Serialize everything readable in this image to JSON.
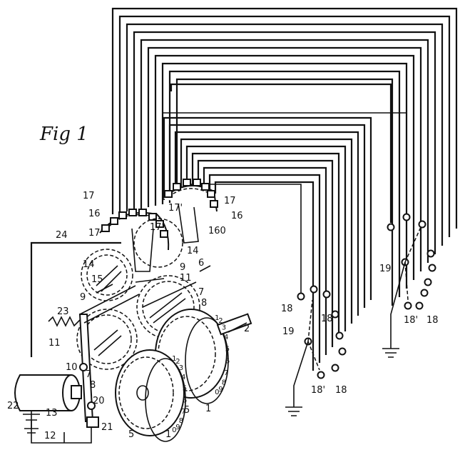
{
  "figure": {
    "title": "Fig 1",
    "ref_labels": {
      "l1a": "1",
      "l1b": "1",
      "l2": "2",
      "l5a": "5",
      "l5b": "5",
      "l6": "6",
      "l7a": "7",
      "l7b": "7",
      "l8a": "8",
      "l8b": "8",
      "l9a": "9",
      "l9b": "9",
      "l10": "10",
      "l11a": "11",
      "l11b": "11",
      "l12": "12",
      "l13": "13",
      "l14a": "14",
      "l14b": "14",
      "l15": "15",
      "l16a": "16",
      "l16b": "16",
      "l160": "160",
      "l17a": "17",
      "l17b": "17",
      "l17pa": "17'",
      "l17pb": "17'",
      "l17pc": "17'",
      "l18a": "18",
      "l18b": "18",
      "l18c": "18",
      "l18d": "18",
      "l18pa": "18'",
      "l18pb": "18'",
      "l19a": "19",
      "l19b": "19",
      "l20": "20",
      "l21": "21",
      "l22": "22",
      "l23": "23",
      "l24": "24"
    },
    "wheel_digits": [
      "1",
      "2",
      "3",
      "4",
      "5",
      "6",
      "7",
      "8",
      "9",
      "0"
    ]
  }
}
